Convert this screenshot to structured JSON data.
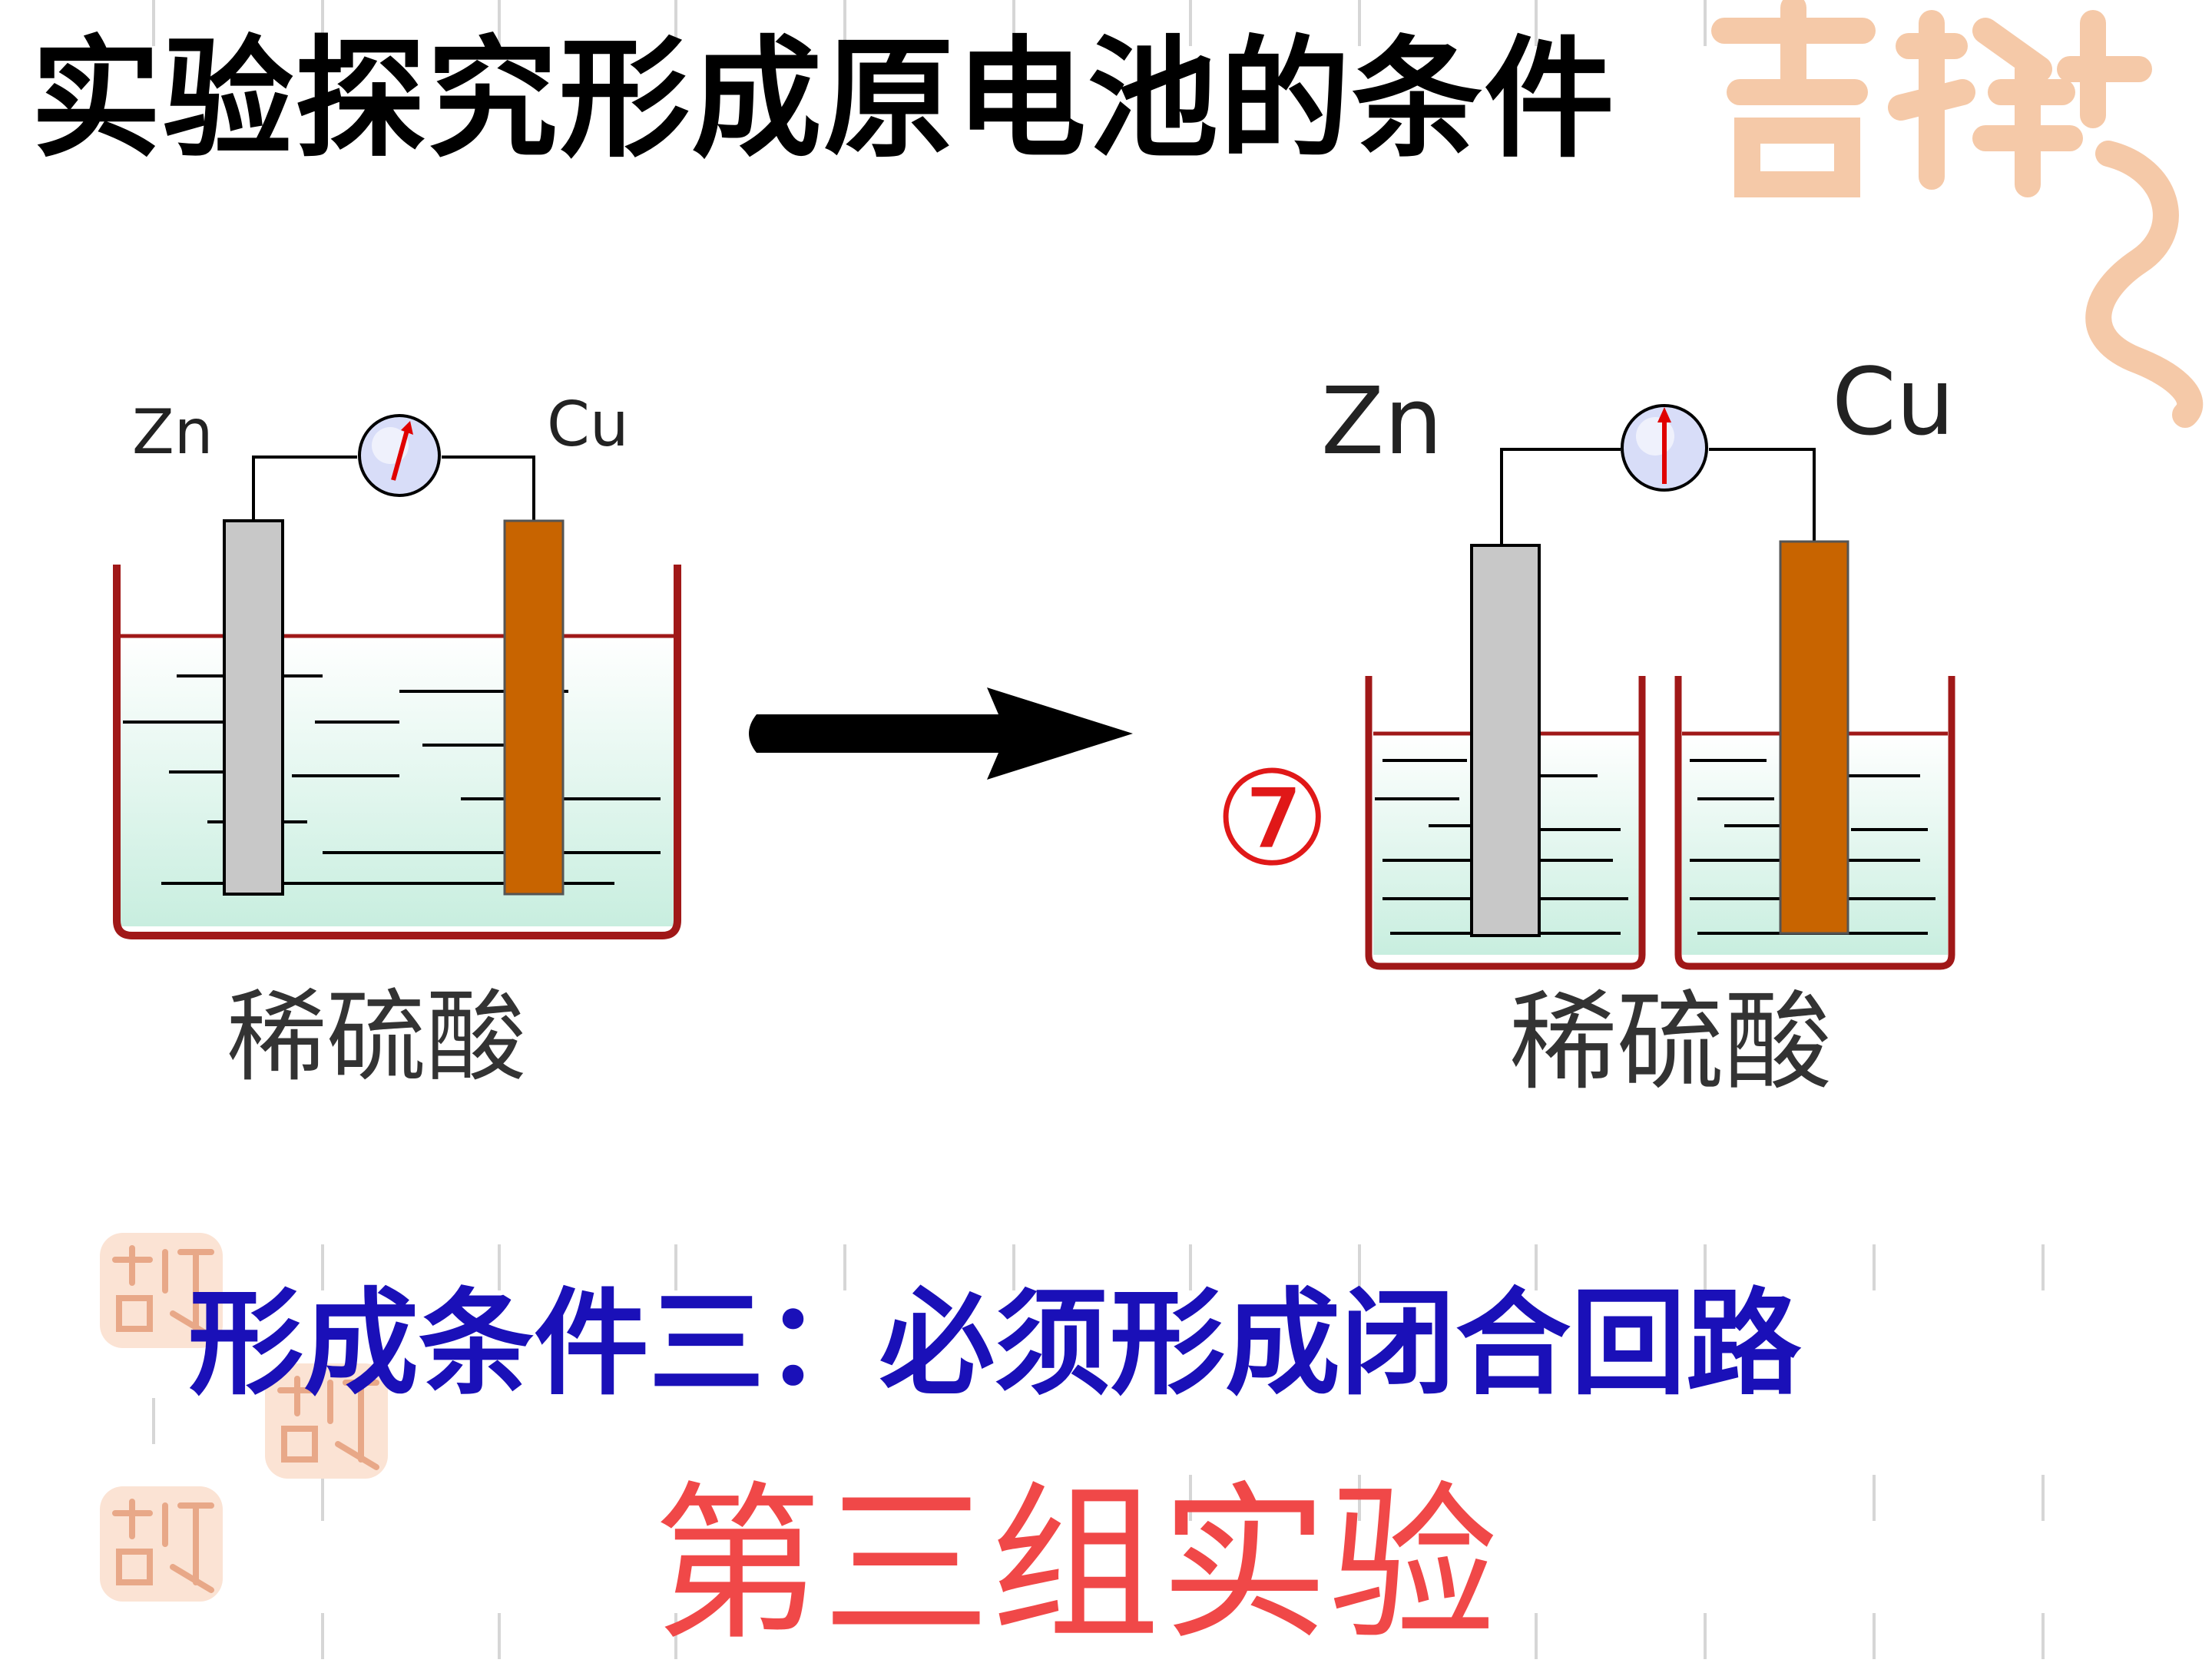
{
  "slide": {
    "title": "实验探究形成原电池的条件",
    "condition": "形成条件三：必须形成闭合回路",
    "group": "第三组实验"
  },
  "diagram": {
    "left_setup": {
      "anode_label": "Zn",
      "cathode_label": "Cu",
      "solution_label": "稀硫酸"
    },
    "right_setup": {
      "anode_label": "Zn",
      "cathode_label": "Cu",
      "solution_label": "稀硫酸",
      "experiment_number": "⑦"
    }
  },
  "colors": {
    "title": "#000000",
    "condition_text": "#1a10b8",
    "group_text": "#f04848",
    "beaker": "#a01818",
    "zinc": "#c8c8c8",
    "copper": "#c86400",
    "solution": "#d8f0ec",
    "seal": "#f5c9a8"
  }
}
